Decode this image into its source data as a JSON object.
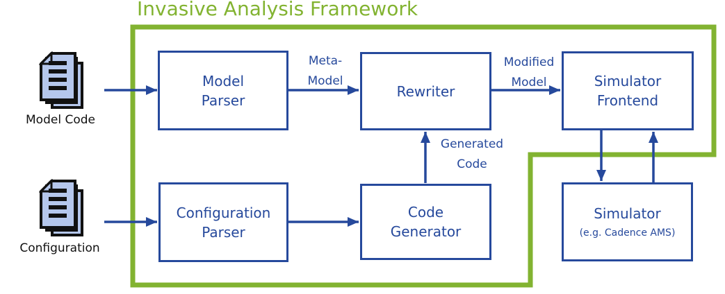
{
  "title": "Invasive Analysis Framework",
  "colors": {
    "frame_green": "#82b331",
    "diagram_blue": "#26499c",
    "document_page_fill": "#b5c7ec",
    "source_label_black": "#111111"
  },
  "sources": [
    {
      "id": "model-code",
      "label": "Model Code",
      "icon": "document-stack-icon"
    },
    {
      "id": "configuration",
      "label": "Configuration",
      "icon": "document-stack-icon"
    }
  ],
  "boxes": [
    {
      "id": "model-parser",
      "label": "Model\nParser"
    },
    {
      "id": "rewriter",
      "label": "Rewriter"
    },
    {
      "id": "simulator-frontend",
      "label": "Simulator\nFrontend"
    },
    {
      "id": "configuration-parser",
      "label": "Configuration\nParser"
    },
    {
      "id": "code-generator",
      "label": "Code\nGenerator"
    },
    {
      "id": "simulator",
      "label": "Simulator",
      "sublabel": "(e.g. Cadence AMS)"
    }
  ],
  "edge_labels": {
    "meta_model": "Meta-\nModel",
    "modified_model": "Modified\nModel",
    "generated_code": "Generated\nCode"
  },
  "edges": [
    {
      "from": "model-code",
      "to": "model-parser"
    },
    {
      "from": "model-parser",
      "to": "rewriter",
      "label": "Meta-Model"
    },
    {
      "from": "rewriter",
      "to": "simulator-frontend",
      "label": "Modified Model"
    },
    {
      "from": "configuration",
      "to": "configuration-parser"
    },
    {
      "from": "configuration-parser",
      "to": "code-generator"
    },
    {
      "from": "code-generator",
      "to": "rewriter",
      "label": "Generated Code"
    },
    {
      "from": "simulator-frontend",
      "to": "simulator"
    },
    {
      "from": "simulator",
      "to": "simulator-frontend"
    }
  ]
}
